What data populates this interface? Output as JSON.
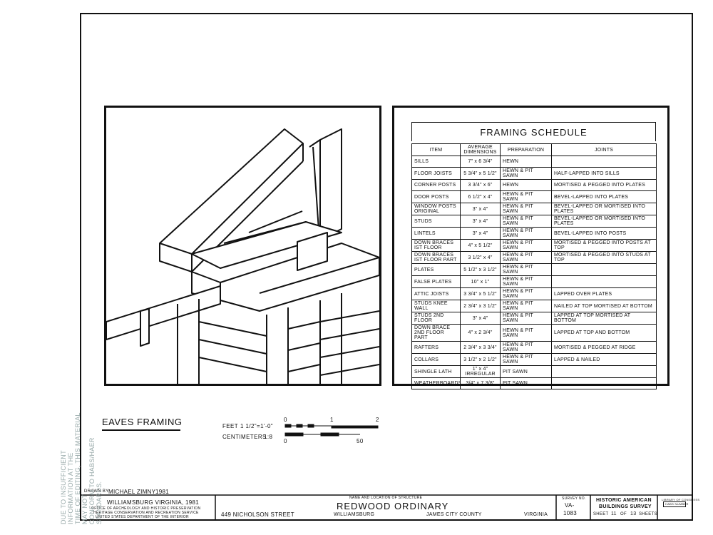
{
  "drawing": {
    "title": "EAVES FRAMING",
    "scale_feet_label": "FEET",
    "scale_feet_ratio": "1 1/2\"=1'-0\"",
    "scale_cm_label": "CENTIMETERS",
    "scale_cm_ratio": "1:8",
    "scale_feet_ticks": [
      "0",
      "1",
      "2"
    ],
    "scale_cm_ticks": [
      "0",
      "50"
    ]
  },
  "schedule": {
    "title": "FRAMING SCHEDULE",
    "headers": [
      "ITEM",
      "AVERAGE DIMENSIONS",
      "PREPARATION",
      "JOINTS"
    ],
    "rows": [
      [
        "SILLS",
        "7\" x 6 3/4\"",
        "HEWN",
        ""
      ],
      [
        "FLOOR JOISTS",
        "5 3/4\" x 5 1/2\"",
        "HEWN & PIT SAWN",
        "HALF-LAPPED INTO SILLS"
      ],
      [
        "CORNER POSTS",
        "3 3/4\" x 6\"",
        "HEWN",
        "MORTISED & PEGGED INTO PLATES"
      ],
      [
        "DOOR POSTS",
        "6 1/2\" x 4\"",
        "HEWN & PIT SAWN",
        "BEVEL-LAPPED INTO PLATES"
      ],
      [
        "WINDOW POSTS ORIGINAL",
        "3\" x 4\"",
        "HEWN & PIT SAWN",
        "BEVEL-LAPPED OR MORTISED INTO PLATES"
      ],
      [
        "STUDS",
        "3\" x 4\"",
        "HEWN & PIT SAWN",
        "BEVEL-LAPPED OR MORTISED INTO PLATES"
      ],
      [
        "LINTELS",
        "3\" x 4\"",
        "HEWN & PIT SAWN",
        "BEVEL-LAPPED INTO POSTS"
      ],
      [
        "DOWN BRACES IST FLOOR",
        "4\" x 5 1/2\"",
        "HEWN & PIT SAWN",
        "MORTISED & PEGGED INTO POSTS AT TOP"
      ],
      [
        "DOWN BRACES IST FLOOR PART",
        "3 1/2\" x 4\"",
        "HEWN & PIT SAWN",
        "MORTISED & PEGGED INTO STUDS AT TOP"
      ],
      [
        "PLATES",
        "5 1/2\" x 3 1/2\"",
        "HEWN & PIT SAWN",
        ""
      ],
      [
        "FALSE PLATES",
        "10\" x 1\"",
        "HEWN & PIT SAWN",
        ""
      ],
      [
        "ATTIC JOISTS",
        "3 3/4\" x 5 1/2\"",
        "HEWN & PIT SAWN",
        "LAPPED OVER PLATES"
      ],
      [
        "STUDS KNEE WALL",
        "2 3/4\" x 3 1/2\"",
        "HEWN & PIT SAWN",
        "NAILED AT TOP MORTISED AT BOTTOM"
      ],
      [
        "STUDS 2ND FLOOR",
        "3\" x 4\"",
        "HEWN & PIT SAWN",
        "LAPPED AT TOP MORTISED AT BOTTOM"
      ],
      [
        "DOWN BRACE 2ND FLOOR PART",
        "4\" x 2 3/4\"",
        "HEWN & PIT SAWN",
        "LAPPED AT TOP AND BOTTOM"
      ],
      [
        "RAFTERS",
        "2 3/4\" x 3 3/4\"",
        "HEWN & PIT SAWN",
        "MORTISED & PEGGED AT RIDGE"
      ],
      [
        "COLLARS",
        "3 1/2\" x 2 1/2\"",
        "HEWN & PIT SAWN",
        "LAPPED & NAILED"
      ],
      [
        "SHINGLE LATH",
        "1\" x 4\" IRREGULAR",
        "PIT SAWN",
        ""
      ],
      [
        "WEATHERBOARDS",
        "3/4\" x 7 3/8\"",
        "PIT SAWN",
        ""
      ]
    ]
  },
  "title_block": {
    "drawn_by_label": "DRAWN BY:",
    "drawn_by": "MICHAEL ZIMNY",
    "drawn_year": "1981",
    "office_line1": "WILLIAMSBURG VIRGINIA, 1981",
    "office_line2": "OFFICE OF ARCHEOLOGY AND HISTORIC PRESERVATION",
    "office_line3": "HERITAGE CONSERVATION AND RECREATION SERVICE",
    "office_line4": "UNITED STATES DEPARTMENT OF THE INTERIOR",
    "structure_label": "NAME AND LOCATION OF STRUCTURE",
    "structure_name": "REDWOOD ORDINARY",
    "address": "449 NICHOLSON STREET",
    "city": "WILLIAMSBURG",
    "county": "JAMES CITY COUNTY",
    "state": "VIRGINIA",
    "survey_label": "SURVEY NO.",
    "survey_no_line1": "VA-",
    "survey_no_line2": "1083",
    "habs_line1": "HISTORIC AMERICAN",
    "habs_line2": "BUILDINGS SURVEY",
    "sheet_label": "SHEET",
    "sheet_no": "11",
    "of_label": "OF",
    "sheet_total": "13",
    "sheets_label": "SHEETS",
    "loc_line1": "LIBRARY OF CONGRESS",
    "loc_line2": "HABS NUMBER"
  },
  "margin_note": {
    "line1": "DUE TO INSUFFICIENT INFORMATION AT THE",
    "line2": "TIME OF EDITING, THIS MATERIAL MAY NOT",
    "line3": "CONFORM TO HABS/HAER STANDARDS."
  }
}
